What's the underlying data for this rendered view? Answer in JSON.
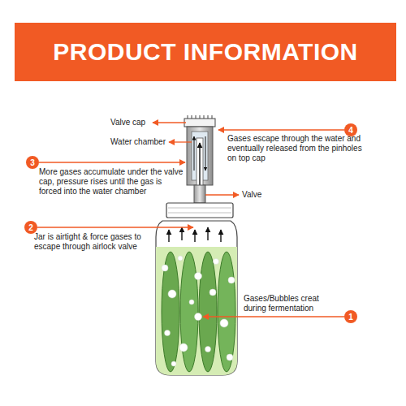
{
  "diagram": {
    "title": "PRODUCT INFORMATION",
    "nodes": [
      {
        "text": [
          "4"
        ]
      },
      {
        "text": [
          "3"
        ]
      },
      {
        "text": [
          "2"
        ]
      },
      {
        "text": [
          "1"
        ]
      }
    ],
    "labels": [
      "Valve cap",
      "Water chamber",
      "Gases escape through the water and eventually released from the pinholes on top cap",
      "More gases accumulate under the valve cap, pressure rises until the gas is forced into the water chamber",
      "Valve",
      "Jar is airtight & force gases to escape through airlock valve",
      "Gases/Bubbles creat during fermentation"
    ]
  }
}
